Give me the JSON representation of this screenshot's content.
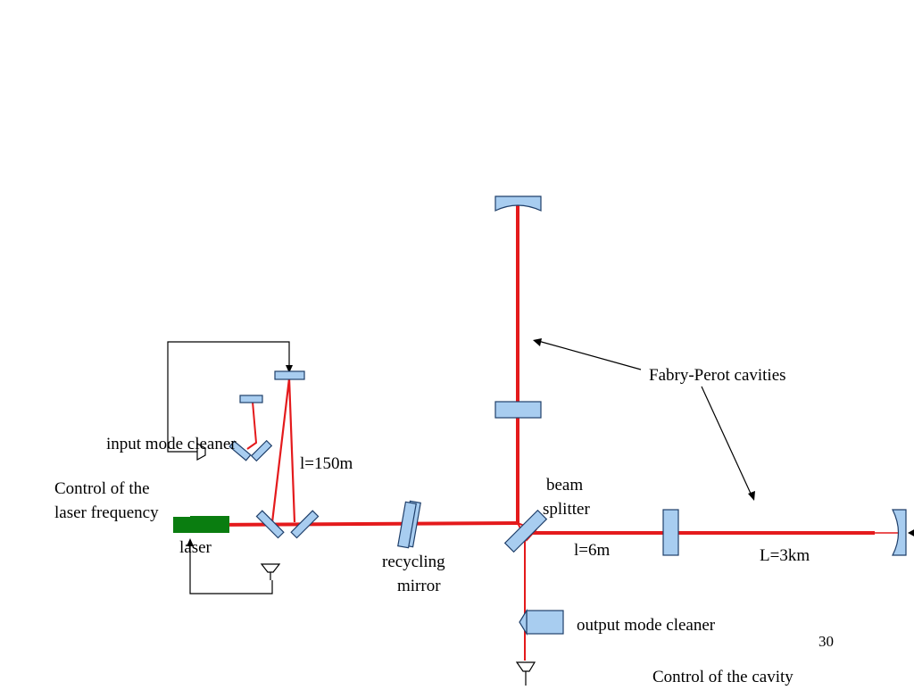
{
  "labels": {
    "input_mode_cleaner": "input mode cleaner",
    "arm_150": "l=150m",
    "control_laser_1": "Control of the",
    "control_laser_2": "laser frequency",
    "laser": "laser",
    "recycling_1": "recycling",
    "recycling_2": "mirror",
    "beam_splitter_1": "beam",
    "beam_splitter_2": "splitter",
    "arm_6": "l=6m",
    "arm_3km": "L=3km",
    "fabry_perot": "Fabry-Perot cavities",
    "output_mode_cleaner": "output mode cleaner",
    "page_number": "30",
    "control_cavity": "Control of the cavity"
  },
  "colors": {
    "beam": "#e41a1c",
    "optic_fill": "#a8cdf0",
    "optic_stroke": "#1f3f6a",
    "laser": "#0a7d10"
  }
}
